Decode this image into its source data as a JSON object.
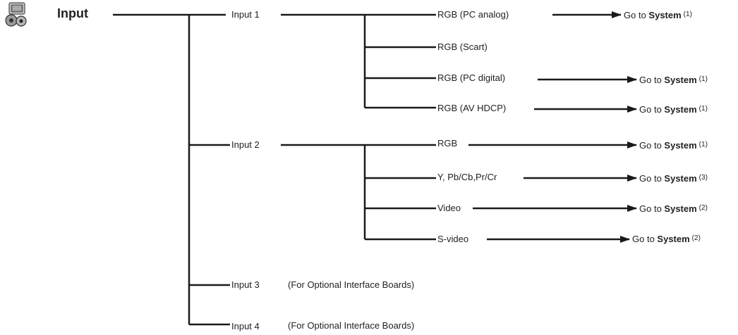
{
  "root": {
    "title": "Input",
    "icon": "input-device-icon"
  },
  "inputs": [
    {
      "label": "Input 1"
    },
    {
      "label": "Input 2"
    },
    {
      "label": "Input 3",
      "note": "(For Optional Interface Boards)"
    },
    {
      "label": "Input 4",
      "note": "(For Optional Interface Boards)"
    }
  ],
  "sources": [
    {
      "label": "RGB (PC analog)",
      "goto_prefix": "Go to",
      "goto_target": "System",
      "goto_index": "(1)"
    },
    {
      "label": "RGB (Scart)"
    },
    {
      "label": "RGB (PC digital)",
      "goto_prefix": "Go to",
      "goto_target": "System",
      "goto_index": "(1)"
    },
    {
      "label": "RGB (AV HDCP)",
      "goto_prefix": "Go to",
      "goto_target": "System",
      "goto_index": "(1)"
    },
    {
      "label": "RGB",
      "goto_prefix": "Go to",
      "goto_target": "System",
      "goto_index": "(1)"
    },
    {
      "label": "Y, Pb/Cb,Pr/Cr",
      "goto_prefix": "Go to",
      "goto_target": "System",
      "goto_index": "(3)"
    },
    {
      "label": "Video",
      "goto_prefix": "Go to",
      "goto_target": "System",
      "goto_index": "(2)"
    },
    {
      "label": "S-video",
      "goto_prefix": "Go to",
      "goto_target": "System",
      "goto_index": "(2)"
    }
  ],
  "style": {
    "line_color": "#1a1a1a"
  }
}
